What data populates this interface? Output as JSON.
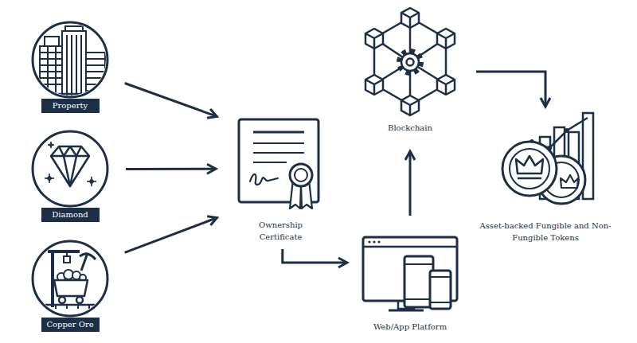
{
  "diagram": {
    "nodes": [
      {
        "text": [
          "Property"
        ]
      },
      {
        "text": [
          "Diamond"
        ]
      },
      {
        "text": [
          "Copper Ore"
        ]
      },
      {
        "text": [
          "Ownership Certificate"
        ]
      },
      {
        "text": [
          "Web/App Platform"
        ]
      },
      {
        "text": [
          "Blockchain"
        ]
      },
      {
        "text": [
          "Asset-backed Fungible and Non-Fungible Tokens"
        ]
      }
    ],
    "edges": [
      {
        "from": 0,
        "to": 3,
        "arrow": "to"
      },
      {
        "from": 1,
        "to": 3,
        "arrow": "to"
      },
      {
        "from": 2,
        "to": 3,
        "arrow": "to"
      },
      {
        "from": 3,
        "to": 4,
        "arrow": "to"
      },
      {
        "from": 4,
        "to": 5,
        "arrow": "to"
      },
      {
        "from": 5,
        "to": 6,
        "arrow": "to"
      }
    ]
  }
}
